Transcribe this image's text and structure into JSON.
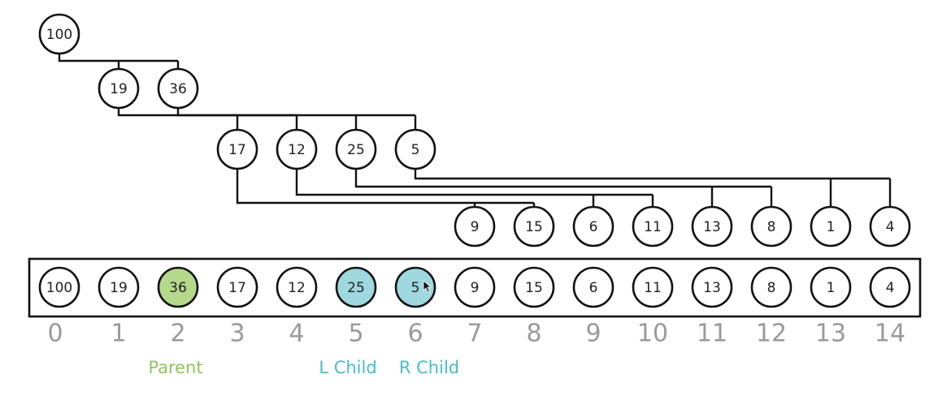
{
  "heap": {
    "values": [
      "100",
      "19",
      "36",
      "17",
      "12",
      "25",
      "5",
      "9",
      "15",
      "6",
      "11",
      "13",
      "8",
      "1",
      "4"
    ],
    "indices": [
      "0",
      "1",
      "2",
      "3",
      "4",
      "5",
      "6",
      "7",
      "8",
      "9",
      "10",
      "11",
      "12",
      "13",
      "14"
    ],
    "highlight": {
      "parent_index": 2,
      "left_child_index": 5,
      "right_child_index": 6
    }
  },
  "labels": {
    "parent": "Parent",
    "left_child": "L Child",
    "right_child": "R Child"
  },
  "colors": {
    "parent": "#b5d88a",
    "child": "#9fd8df",
    "parent_label": "#8fc460",
    "child_label": "#4bbcc8",
    "index_label": "#9a9a9a",
    "stroke": "#111111"
  },
  "icons": {
    "cursor": "mouse-pointer-icon"
  }
}
